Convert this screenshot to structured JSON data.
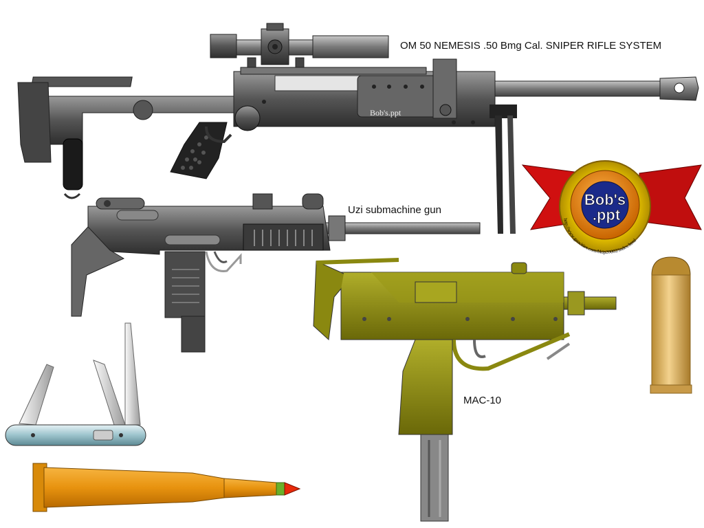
{
  "labels": {
    "sniper": "OM 50 NEMESIS .50 Bmg Cal. SNIPER RIFLE SYSTEM",
    "uzi": "Uzi submachine gun",
    "mac10": "MAC-10"
  },
  "badge": {
    "title_line1": "Bob's",
    "title_line2": ".ppt",
    "url": "http://www.geocities.com/bkip20002/index.html"
  },
  "rifle_stamp": "Bob's.ppt",
  "colors": {
    "rifle_metal": "#6e6e6e",
    "uzi_metal": "#5a5a5a",
    "mac10_olive": "#8a8a12",
    "bullet_brass": "#d7a64a",
    "cartridge_orange": "#e8930f",
    "ribbon_red": "#d01010",
    "badge_gold": "#f0c400",
    "badge_blue": "#1a2a8a"
  }
}
